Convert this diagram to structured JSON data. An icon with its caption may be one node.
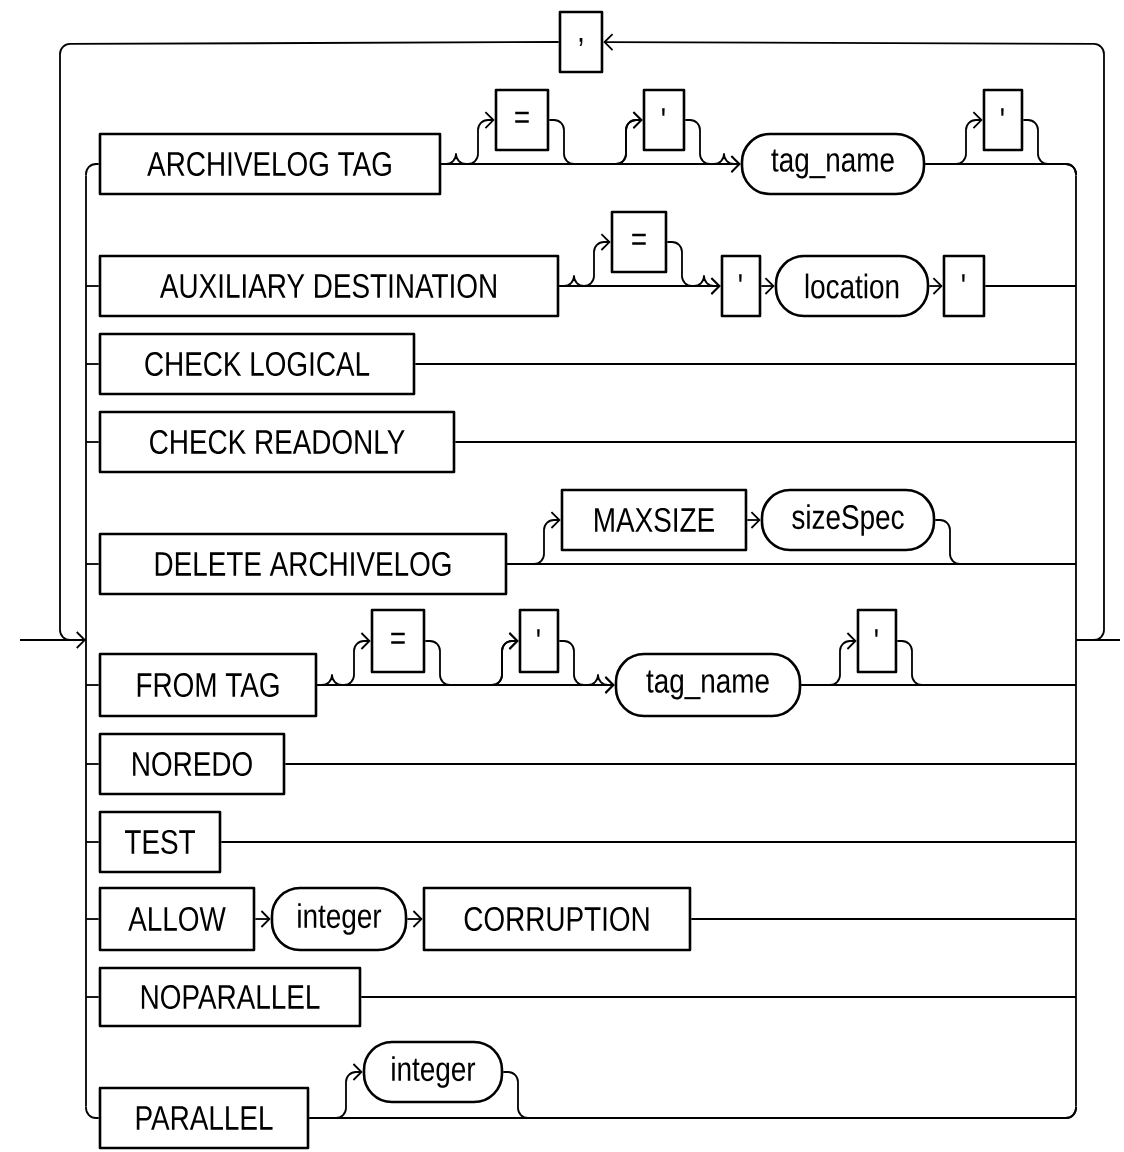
{
  "diagram": {
    "nodes": [
      {
        "text": [
          ","
        ]
      },
      {
        "text": [
          "ARCHIVELOG TAG"
        ]
      },
      {
        "text": [
          "="
        ]
      },
      {
        "text": [
          "'"
        ]
      },
      {
        "text": [
          "tag_name"
        ]
      },
      {
        "text": [
          "'"
        ]
      },
      {
        "text": [
          "AUXILIARY DESTINATION"
        ]
      },
      {
        "text": [
          "="
        ]
      },
      {
        "text": [
          "'"
        ]
      },
      {
        "text": [
          "location"
        ]
      },
      {
        "text": [
          "'"
        ]
      },
      {
        "text": [
          "CHECK LOGICAL"
        ]
      },
      {
        "text": [
          "CHECK READONLY"
        ]
      },
      {
        "text": [
          "DELETE ARCHIVELOG"
        ]
      },
      {
        "text": [
          "MAXSIZE"
        ]
      },
      {
        "text": [
          "sizeSpec"
        ]
      },
      {
        "text": [
          "FROM TAG"
        ]
      },
      {
        "text": [
          "="
        ]
      },
      {
        "text": [
          "'"
        ]
      },
      {
        "text": [
          "tag_name"
        ]
      },
      {
        "text": [
          "'"
        ]
      },
      {
        "text": [
          "NOREDO"
        ]
      },
      {
        "text": [
          "TEST"
        ]
      },
      {
        "text": [
          "ALLOW"
        ]
      },
      {
        "text": [
          "integer"
        ]
      },
      {
        "text": [
          "CORRUPTION"
        ]
      },
      {
        "text": [
          "NOPARALLEL"
        ]
      },
      {
        "text": [
          "PARALLEL"
        ]
      },
      {
        "text": [
          "integer"
        ]
      },
      {
        "text": [],
        "shape": "bar"
      },
      {
        "text": [],
        "shape": "bar"
      }
    ],
    "edges": [
      {
        "from": 30,
        "to": 0,
        "arrow": "to"
      },
      {
        "from": 0,
        "to": 29,
        "arrow": "none"
      },
      {
        "from": null,
        "to": 29,
        "arrow": "to"
      },
      {
        "from": 30,
        "to": null,
        "arrow": "none"
      },
      {
        "from": 29,
        "to": 1,
        "arrow": "none"
      },
      {
        "from": 1,
        "to": 2,
        "arrow": "to"
      },
      {
        "from": 2,
        "to": 3,
        "arrow": "to"
      },
      {
        "from": 1,
        "to": 3,
        "arrow": "to"
      },
      {
        "from": 3,
        "to": 4,
        "arrow": "to"
      },
      {
        "from": 1,
        "to": 4,
        "arrow": "to"
      },
      {
        "from": 4,
        "to": 5,
        "arrow": "to"
      },
      {
        "from": 5,
        "to": 30,
        "arrow": "none"
      },
      {
        "from": 4,
        "to": 30,
        "arrow": "none"
      },
      {
        "from": 29,
        "to": 6,
        "arrow": "none"
      },
      {
        "from": 6,
        "to": 7,
        "arrow": "to"
      },
      {
        "from": 7,
        "to": 8,
        "arrow": "to"
      },
      {
        "from": 6,
        "to": 8,
        "arrow": "to"
      },
      {
        "from": 8,
        "to": 9,
        "arrow": "to"
      },
      {
        "from": 9,
        "to": 10,
        "arrow": "to"
      },
      {
        "from": 10,
        "to": 30,
        "arrow": "none"
      },
      {
        "from": 29,
        "to": 11,
        "arrow": "none"
      },
      {
        "from": 11,
        "to": 30,
        "arrow": "none"
      },
      {
        "from": 29,
        "to": 12,
        "arrow": "none"
      },
      {
        "from": 12,
        "to": 30,
        "arrow": "none"
      },
      {
        "from": 29,
        "to": 13,
        "arrow": "none"
      },
      {
        "from": 13,
        "to": 14,
        "arrow": "to"
      },
      {
        "from": 14,
        "to": 15,
        "arrow": "to"
      },
      {
        "from": 15,
        "to": 30,
        "arrow": "none"
      },
      {
        "from": 13,
        "to": 30,
        "arrow": "none"
      },
      {
        "from": 29,
        "to": 16,
        "arrow": "none"
      },
      {
        "from": 16,
        "to": 17,
        "arrow": "to"
      },
      {
        "from": 17,
        "to": 18,
        "arrow": "to"
      },
      {
        "from": 16,
        "to": 18,
        "arrow": "to"
      },
      {
        "from": 18,
        "to": 19,
        "arrow": "to"
      },
      {
        "from": 16,
        "to": 19,
        "arrow": "to"
      },
      {
        "from": 19,
        "to": 20,
        "arrow": "to"
      },
      {
        "from": 20,
        "to": 30,
        "arrow": "none"
      },
      {
        "from": 19,
        "to": 30,
        "arrow": "none"
      },
      {
        "from": 29,
        "to": 21,
        "arrow": "none"
      },
      {
        "from": 21,
        "to": 30,
        "arrow": "none"
      },
      {
        "from": 29,
        "to": 22,
        "arrow": "none"
      },
      {
        "from": 22,
        "to": 30,
        "arrow": "none"
      },
      {
        "from": 29,
        "to": 23,
        "arrow": "none"
      },
      {
        "from": 23,
        "to": 24,
        "arrow": "to"
      },
      {
        "from": 24,
        "to": 25,
        "arrow": "to"
      },
      {
        "from": 25,
        "to": 30,
        "arrow": "none"
      },
      {
        "from": 29,
        "to": 26,
        "arrow": "none"
      },
      {
        "from": 26,
        "to": 30,
        "arrow": "none"
      },
      {
        "from": 29,
        "to": 27,
        "arrow": "none"
      },
      {
        "from": 27,
        "to": 28,
        "arrow": "to"
      },
      {
        "from": 28,
        "to": 30,
        "arrow": "none"
      },
      {
        "from": 27,
        "to": 30,
        "arrow": "none"
      }
    ]
  }
}
